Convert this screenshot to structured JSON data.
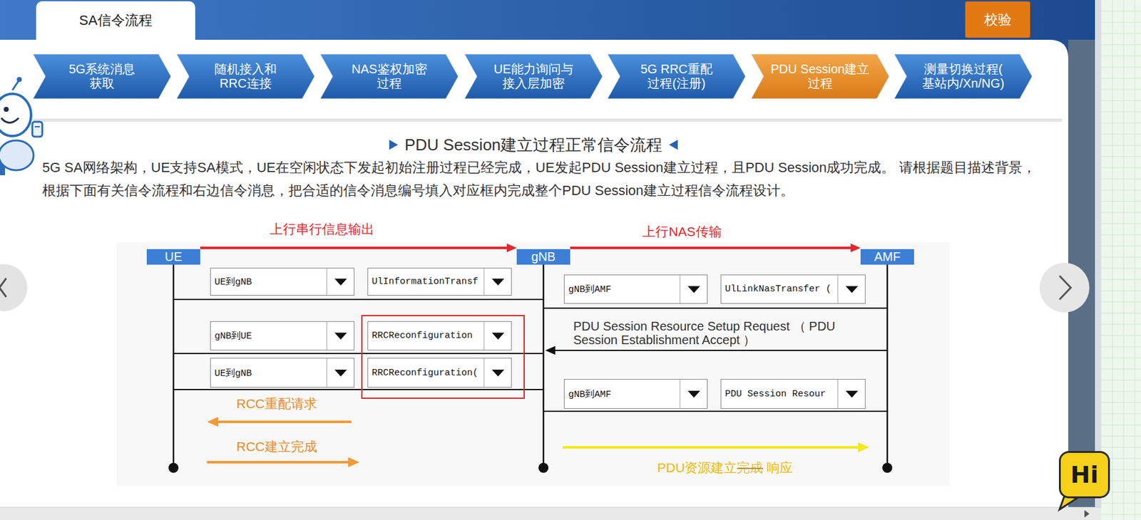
{
  "diagram": {
    "title": "PDU Session建立过程正常信令流程",
    "nodes": [
      {
        "text": [
          "SA信令流程"
        ]
      },
      {
        "text": [
          "校验"
        ]
      },
      {
        "text": [
          "5G系统消息 获取"
        ]
      },
      {
        "text": [
          "随机接入和 RRC连接"
        ]
      },
      {
        "text": [
          "NAS鉴权加密 过程"
        ]
      },
      {
        "text": [
          "UE能力询问与 接入层加密"
        ]
      },
      {
        "text": [
          "5G RRC重配 过程(注册)"
        ]
      },
      {
        "text": [
          "PDU Session建立 过程"
        ]
      },
      {
        "text": [
          "测量切换过程( 基站内/Xn/NG)"
        ]
      },
      {
        "text": [
          "UE"
        ]
      },
      {
        "text": [
          "gNB"
        ]
      },
      {
        "text": [
          "AMF"
        ]
      },
      {
        "text": [
          "UE到gNB"
        ]
      },
      {
        "text": [
          "UlInformationTransf"
        ]
      },
      {
        "text": [
          "gNB到AMF"
        ]
      },
      {
        "text": [
          "UlLinkNasTransfer ("
        ]
      },
      {
        "text": [
          "gNB到UE"
        ]
      },
      {
        "text": [
          "RRCReconfiguration"
        ]
      },
      {
        "text": [
          "UE到gNB"
        ]
      },
      {
        "text": [
          "RRCReconfiguration("
        ]
      },
      {
        "text": [
          "gNB到AMF"
        ]
      },
      {
        "text": [
          "PDU Session Resour"
        ]
      },
      {
        "text": [
          "Hi"
        ]
      }
    ],
    "edges": [
      {
        "from": 9,
        "to": 10,
        "arrow": "to",
        "label": "上行串行信息输出"
      },
      {
        "from": 10,
        "to": 11,
        "arrow": "to",
        "label": "上行NAS传输"
      }
    ],
    "labels": [
      "5G SA网络架构，UE支持SA模式，UE在空闲状态下发起初始注册过程已经完成，UE发起PDU Session建立过程，且PDU Session成功完成。 请根据题目描述背景，根据下面有关信令流程和右边信令消息，把合适的信令消息编号填入对应框内完成整个PDU Session建立过程信令流程设计。",
      "PDU Session Resource Setup Request （ PDU Session Establishment Accept ）",
      "RCC重配请求",
      "RCC建立完成",
      "PDU资源建立",
      "完成",
      "响应"
    ]
  }
}
